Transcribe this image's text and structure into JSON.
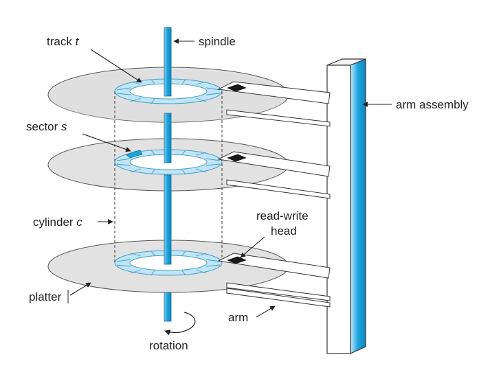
{
  "labels": {
    "track": "track",
    "track_var": "t",
    "spindle": "spindle",
    "arm_assembly": "arm assembly",
    "sector": "sector",
    "sector_var": "s",
    "cylinder": "cylinder",
    "cylinder_var": "c",
    "read_write_line1": "read-write",
    "read_write_line2": "head",
    "platter": "platter",
    "arm": "arm",
    "rotation": "rotation"
  },
  "colors": {
    "platter_fill": "#e2e2e2",
    "platter_stroke": "#555555",
    "spindle_blue": "#1ba4de",
    "spindle_light": "#a9dcf2",
    "track_ring": "#bfe5f6",
    "sector_highlight": "#1ba4de",
    "head": "#1a1a1a",
    "line": "#333333"
  }
}
